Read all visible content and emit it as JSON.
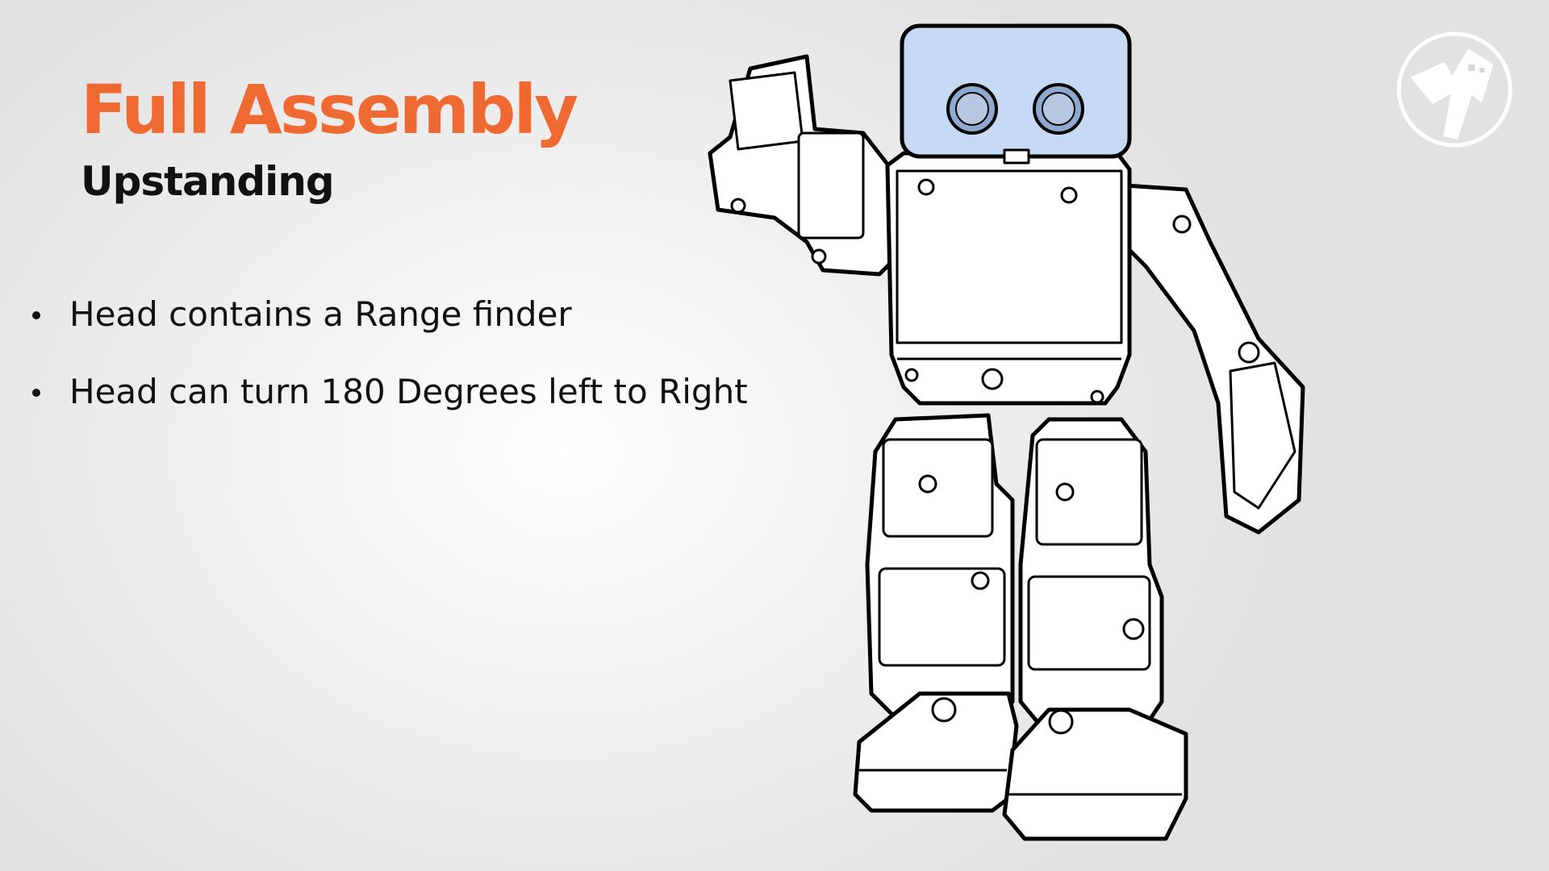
{
  "slide": {
    "title": "Full Assembly",
    "subtitle": "Upstanding",
    "bullets": [
      "Head contains a Range finder",
      "Head can turn 180 Degrees left to Right"
    ]
  },
  "colors": {
    "title": "#ee6a32",
    "text": "#111111",
    "head_highlight": "#c6d9f5",
    "outline": "#000000"
  },
  "icons": [
    "humanoid-robot-drawing",
    "brand-logo-icon"
  ]
}
